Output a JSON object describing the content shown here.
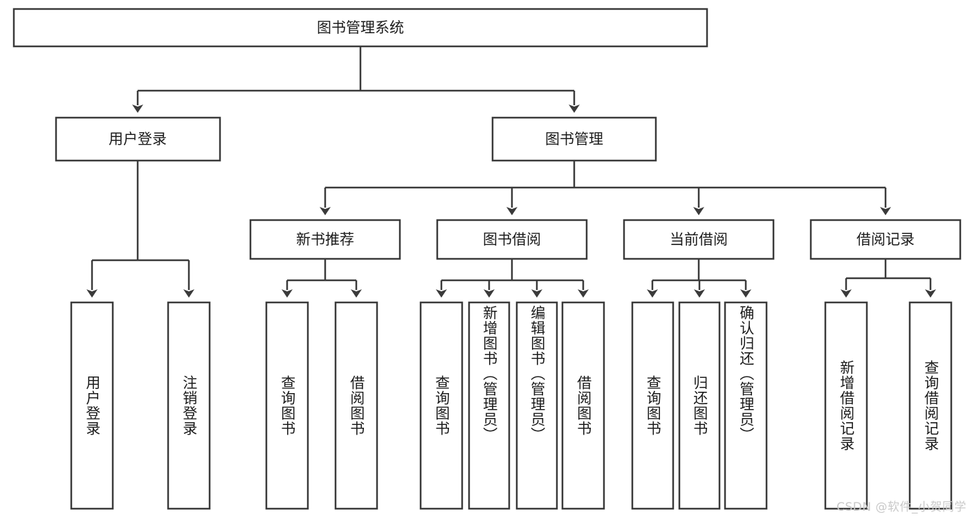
{
  "diagram": {
    "type": "tree-hierarchy-flowchart",
    "orientation": "top-down",
    "root": {
      "id": "root",
      "label": "图书管理系统"
    },
    "level2": [
      {
        "id": "user-login",
        "label": "用户登录"
      },
      {
        "id": "book-management",
        "label": "图书管理"
      }
    ],
    "level3": [
      {
        "id": "new-book-recommend",
        "label": "新书推荐"
      },
      {
        "id": "book-borrow",
        "label": "图书借阅"
      },
      {
        "id": "current-borrow",
        "label": "当前借阅"
      },
      {
        "id": "borrow-record",
        "label": "借阅记录"
      }
    ],
    "leaves": {
      "user_login": [
        {
          "id": "leaf-user-login",
          "label": "用户登录"
        },
        {
          "id": "leaf-logout-login",
          "label": "注销登录"
        }
      ],
      "new_book_recommend": [
        {
          "id": "leaf-query-book-1",
          "label": "查询图书"
        },
        {
          "id": "leaf-borrow-book-1",
          "label": "借阅图书"
        }
      ],
      "book_borrow": [
        {
          "id": "leaf-query-book-2",
          "label": "查询图书"
        },
        {
          "id": "leaf-add-book",
          "label": "新增图书（管理员）"
        },
        {
          "id": "leaf-edit-book",
          "label": "编辑图书（管理员）"
        },
        {
          "id": "leaf-borrow-book-2",
          "label": "借阅图书"
        }
      ],
      "current_borrow": [
        {
          "id": "leaf-query-book-3",
          "label": "查询图书"
        },
        {
          "id": "leaf-return-book",
          "label": "归还图书"
        },
        {
          "id": "leaf-confirm-return",
          "label": "确认归还（管理员）"
        }
      ],
      "borrow_record": [
        {
          "id": "leaf-add-borrow-record",
          "label": "新增借阅记录"
        },
        {
          "id": "leaf-query-borrow-record",
          "label": "查询借阅记录"
        }
      ]
    },
    "colors": {
      "stroke": "#3a3a3a",
      "fill": "#ffffff",
      "text": "#1b1b1b",
      "watermark": "#c9c9c9"
    }
  },
  "watermark": {
    "text": "CSDN @软件_小贺同学"
  }
}
